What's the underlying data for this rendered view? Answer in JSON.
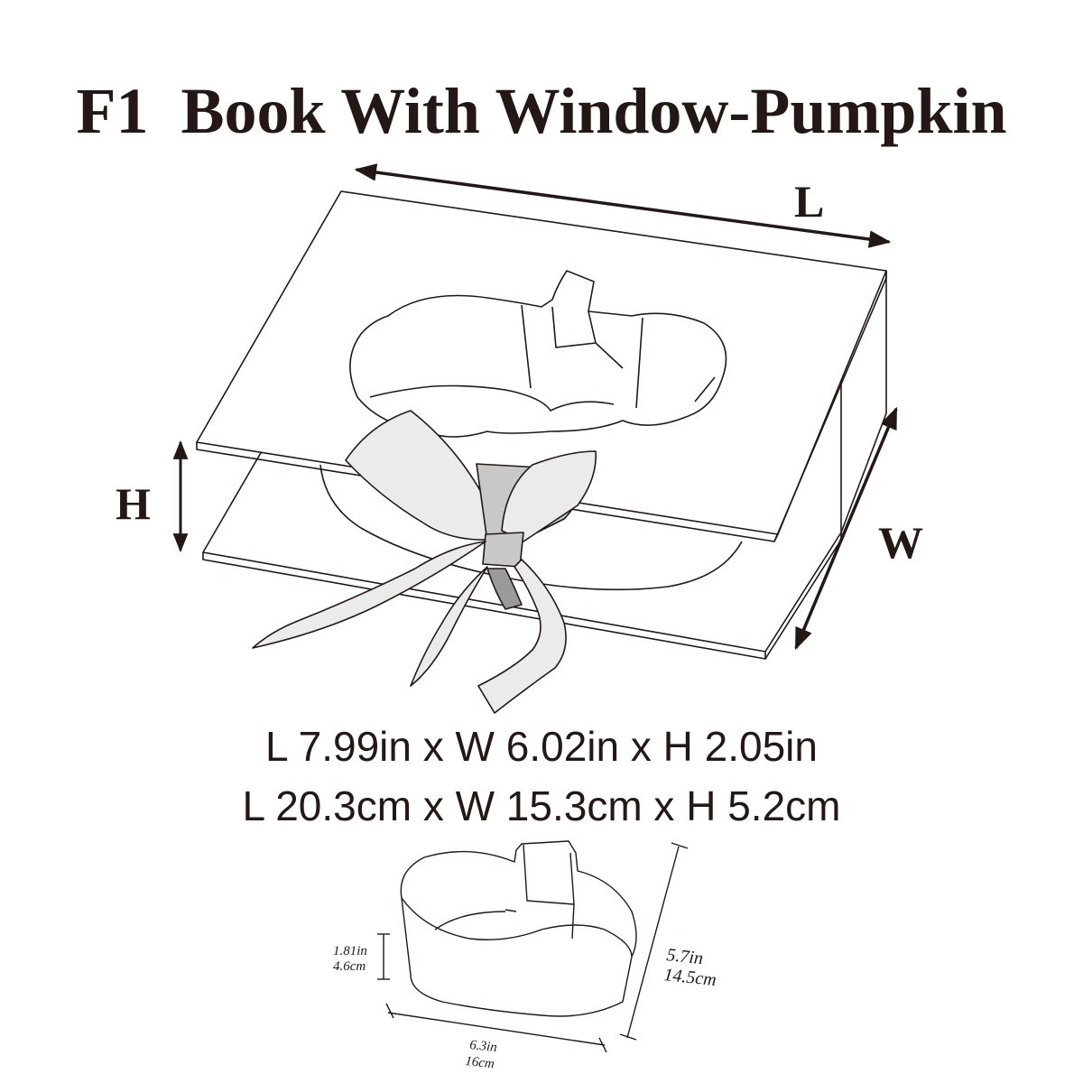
{
  "title": "F1  Book With Window-Pumpkin",
  "axis_labels": {
    "length": "L",
    "width": "W",
    "height": "H"
  },
  "dimensions": {
    "imperial": "L 7.99in x W 6.02in x H 2.05in",
    "metric": "L 20.3cm x W 15.3cm x H 5.2cm"
  },
  "insert": {
    "height_in": "1.81in",
    "height_cm": "4.6cm",
    "width_in": "6.3in",
    "width_cm": "16cm",
    "depth_in": "5.7in",
    "depth_cm": "14.5cm"
  },
  "colors": {
    "ink": "#231815",
    "ribbon": "#ebebeb",
    "ribbon_shade": "#c8c8c8"
  }
}
